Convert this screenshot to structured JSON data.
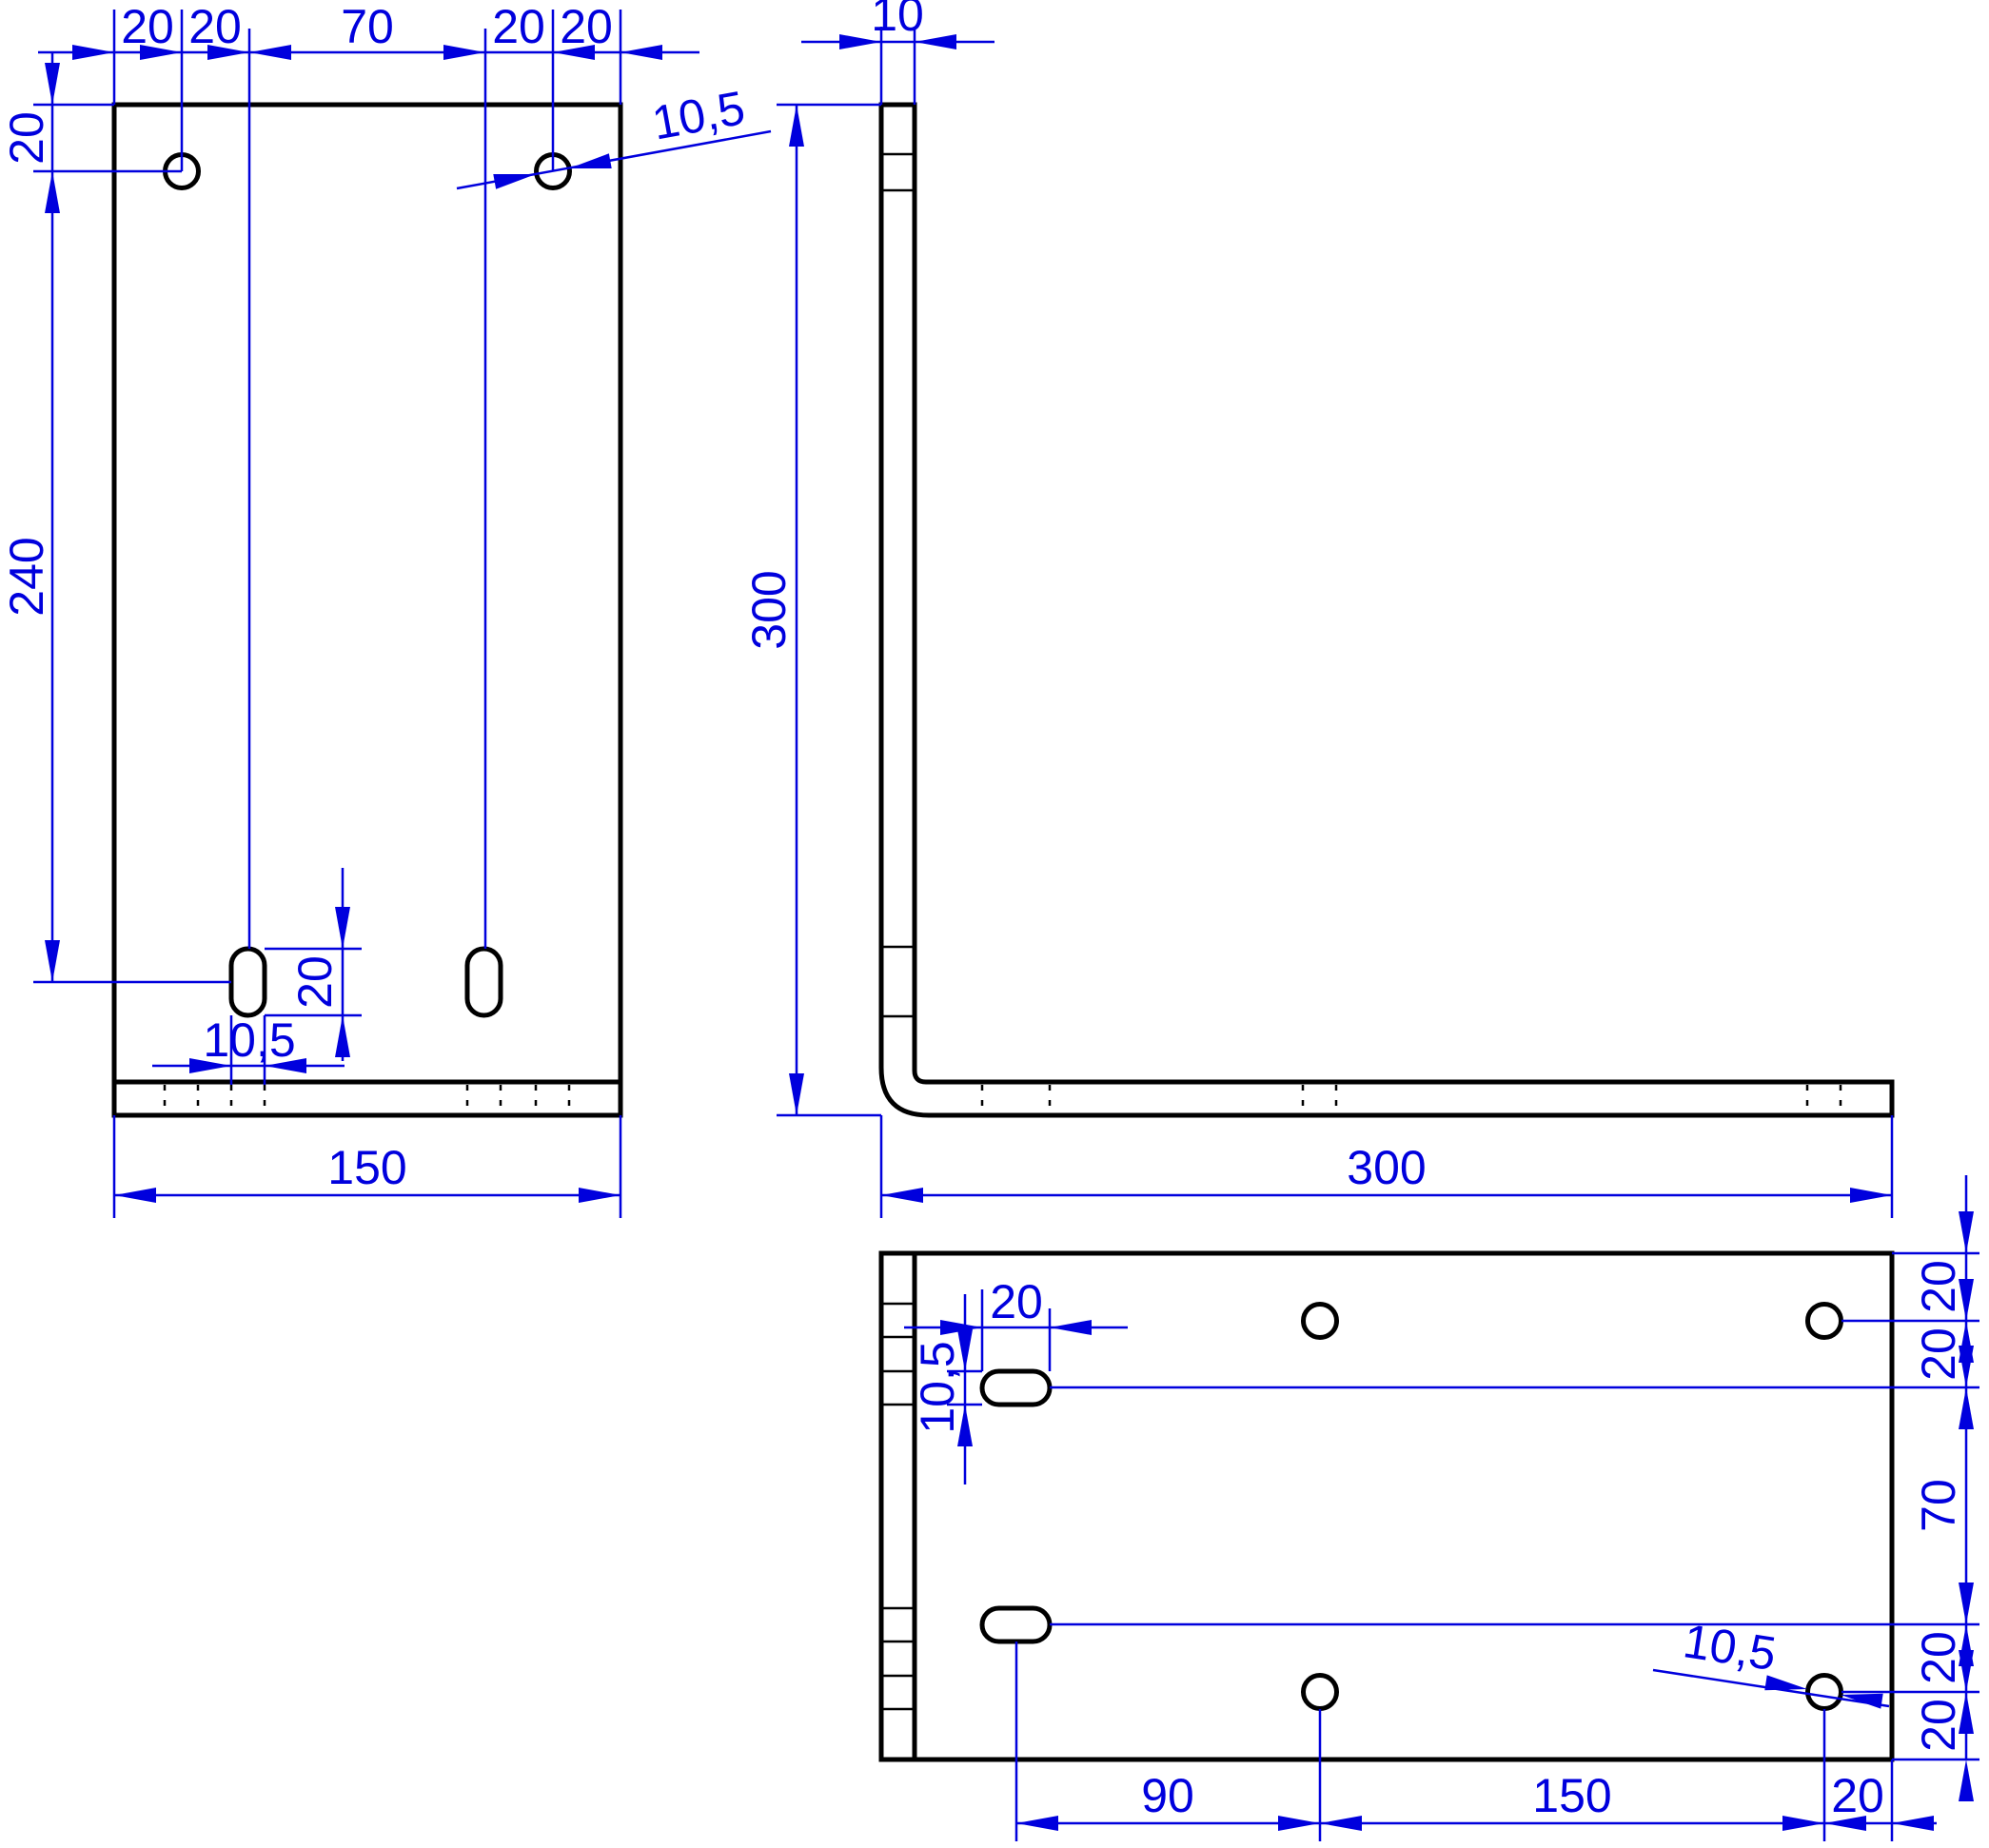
{
  "colors": {
    "outline": "#000000",
    "dimension": "#0000dd",
    "background": "#ffffff"
  },
  "front": {
    "dims": {
      "top_edge_hole_left": "20",
      "hole_slot_left": "20",
      "between_slots": "70",
      "slot_hole_right": "20",
      "hole_edge_right": "20",
      "top_to_hole": "20",
      "hole_to_slot": "240",
      "hole_diameter": "10,5",
      "slot_length": "20",
      "slot_width": "10,5",
      "width": "150"
    }
  },
  "side": {
    "dims": {
      "thickness": "10",
      "height": "300",
      "length": "300"
    }
  },
  "bottom": {
    "dims": {
      "slot_length": "20",
      "slot_width": "10,5",
      "edge_to_hole_top": "20",
      "hole_to_slot_top": "20",
      "between_slots": "70",
      "slot_to_hole_bottom": "20",
      "hole_to_edge_bottom": "20",
      "hole_diameter": "10,5",
      "slot_to_hole": "90",
      "hole_to_hole": "150",
      "hole_to_edge": "20"
    }
  }
}
